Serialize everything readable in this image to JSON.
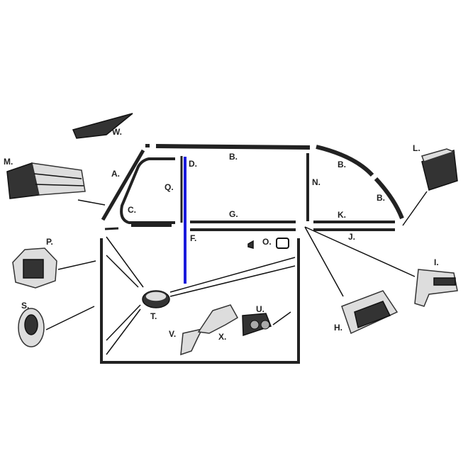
{
  "labels": {
    "W": "W.",
    "M": "M.",
    "A": "A.",
    "C": "C.",
    "Q": "Q.",
    "D": "D.",
    "B1": "B.",
    "B2": "B.",
    "B3": "B.",
    "N": "N.",
    "L": "L.",
    "G": "G.",
    "K": "K.",
    "F": "F.",
    "O": "O.",
    "J": "J.",
    "P": "P.",
    "I": "I.",
    "S": "S.",
    "T": "T.",
    "U": "U.",
    "V": "V.",
    "X": "X.",
    "H": "H."
  },
  "colors": {
    "highlight": "#1a1adc",
    "strip": "#222222"
  }
}
